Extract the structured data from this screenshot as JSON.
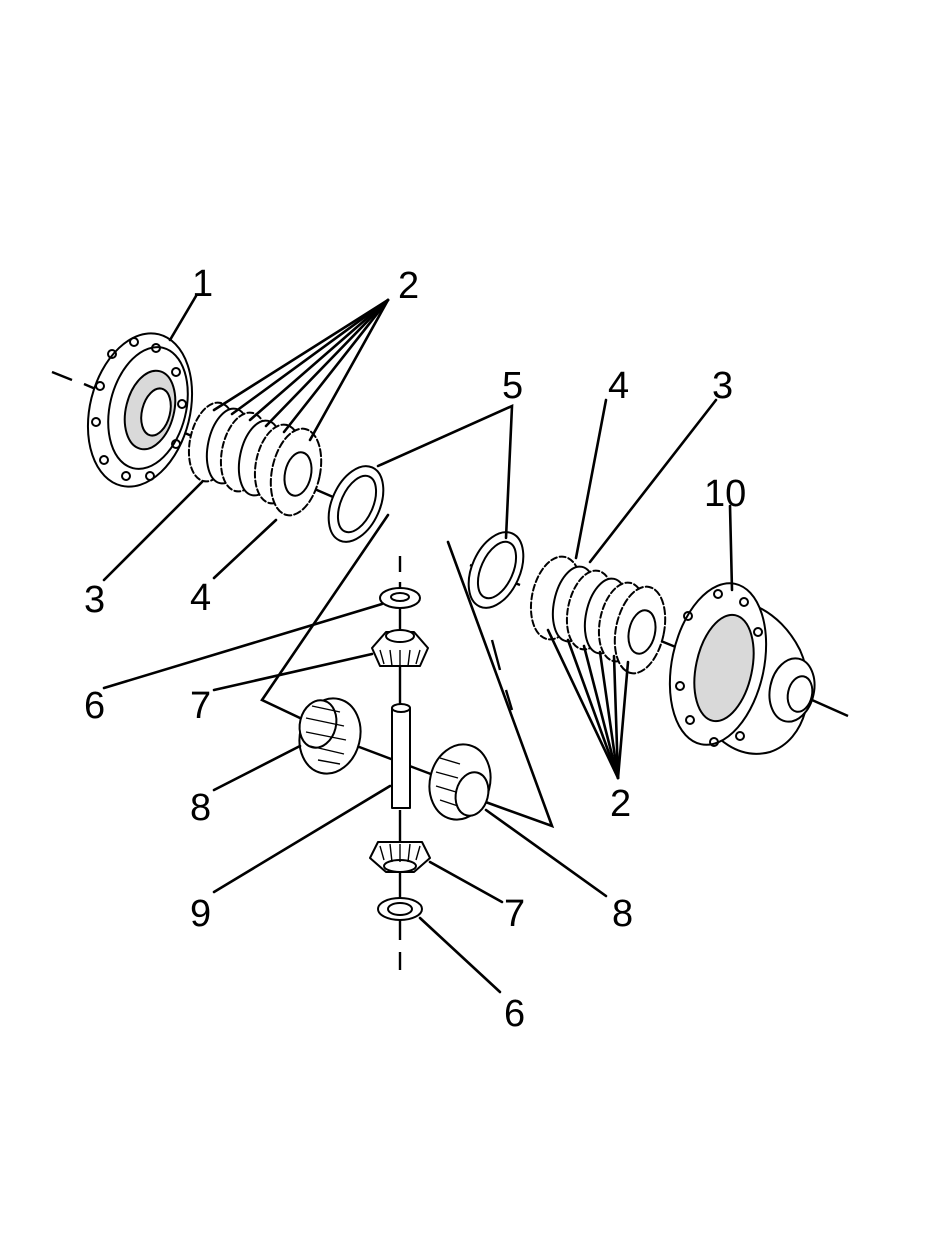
{
  "diagram": {
    "background": "#ffffff",
    "ink": "#000000",
    "callouts": [
      {
        "id": "c1",
        "label": "1"
      },
      {
        "id": "c2a",
        "label": "2"
      },
      {
        "id": "c2b",
        "label": "2"
      },
      {
        "id": "c3a",
        "label": "3"
      },
      {
        "id": "c3b",
        "label": "3"
      },
      {
        "id": "c4a",
        "label": "4"
      },
      {
        "id": "c4b",
        "label": "4"
      },
      {
        "id": "c5",
        "label": "5"
      },
      {
        "id": "c6a",
        "label": "6"
      },
      {
        "id": "c6b",
        "label": "6"
      },
      {
        "id": "c7a",
        "label": "7"
      },
      {
        "id": "c7b",
        "label": "7"
      },
      {
        "id": "c8a",
        "label": "8"
      },
      {
        "id": "c8b",
        "label": "8"
      },
      {
        "id": "c9",
        "label": "9"
      },
      {
        "id": "c10",
        "label": "10"
      }
    ]
  }
}
